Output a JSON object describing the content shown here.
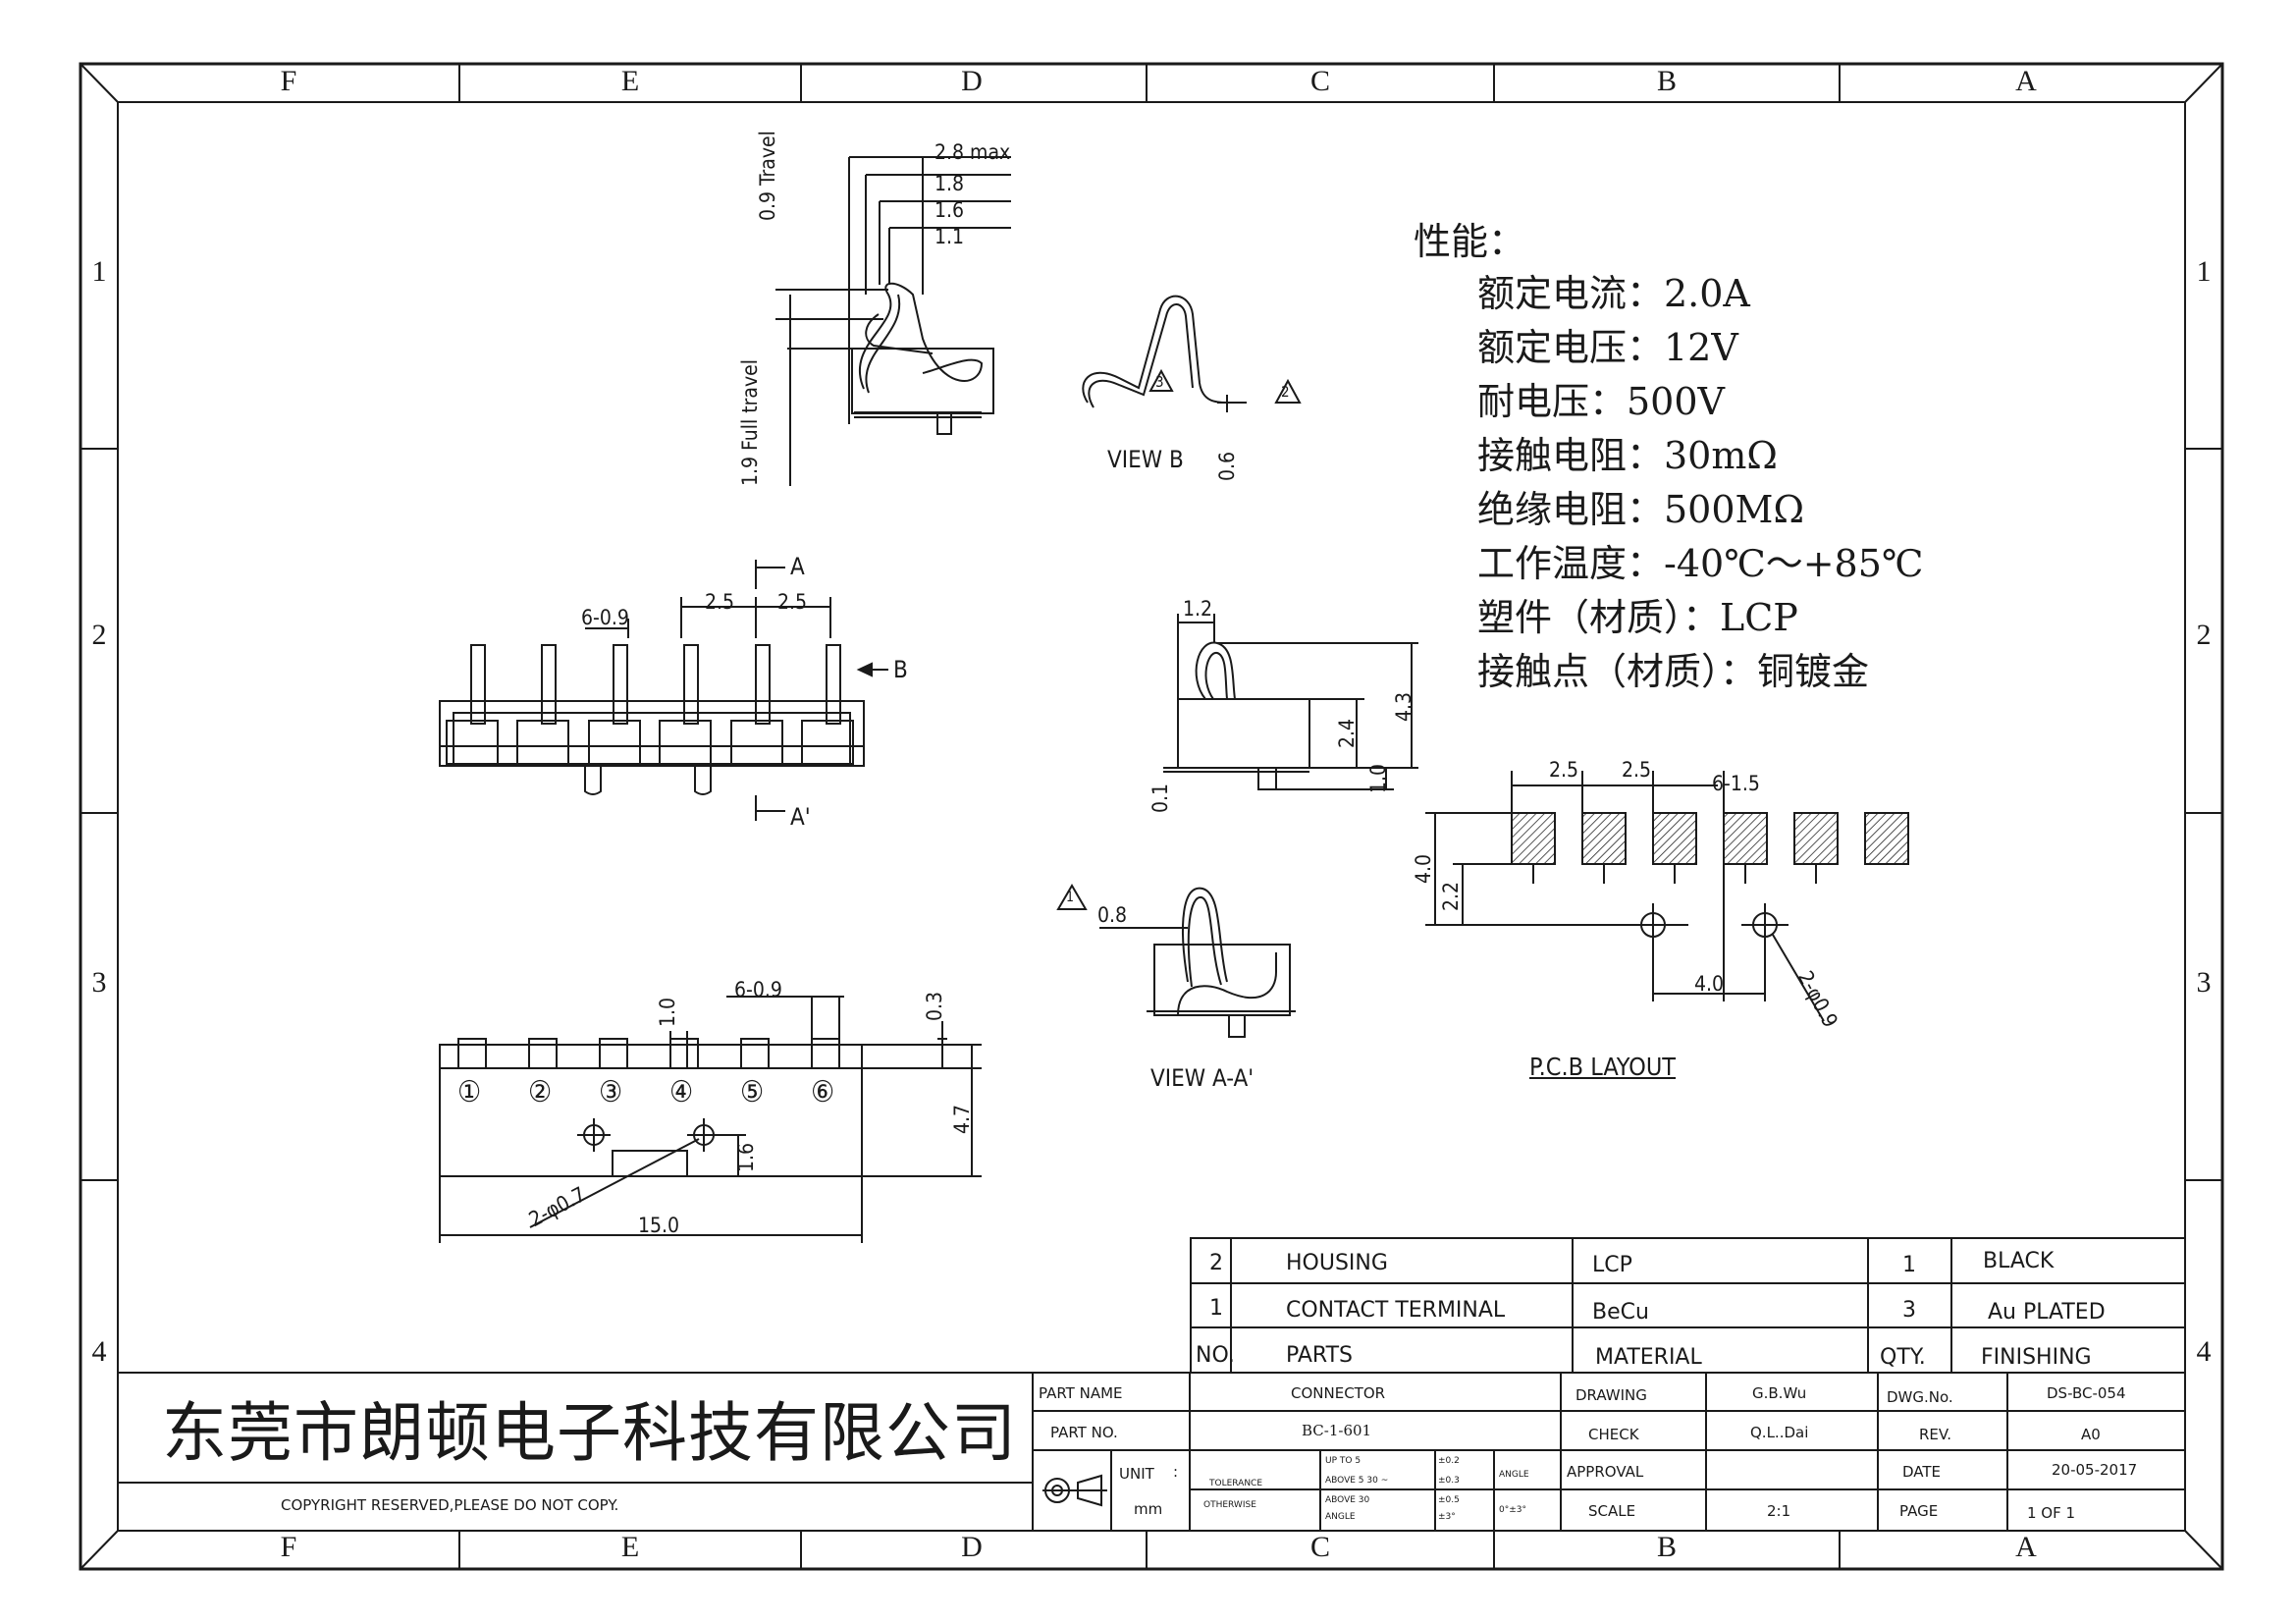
{
  "zones": {
    "columns": [
      "F",
      "E",
      "D",
      "C",
      "B",
      "A"
    ],
    "rows": [
      "1",
      "2",
      "3",
      "4"
    ]
  },
  "view_b": {
    "max_label": "2.8 max",
    "d1": "1.8",
    "d2": "1.6",
    "d3": "1.1",
    "travel": "0.9 Travel",
    "full_travel": "1.9 Full travel",
    "title": "VIEW B",
    "offset": "0.6",
    "marker3": "3",
    "marker2": "2"
  },
  "front_view": {
    "pitch_label": "6-0.9",
    "pitch1": "2.5",
    "pitch2": "2.5",
    "section_a": "A",
    "section_a_prime": "A'",
    "arrow_b": "B"
  },
  "side_view": {
    "top": "1.2",
    "h_total": "4.3",
    "h_body": "2.4",
    "h_peg": "1.0",
    "gap": "0.1"
  },
  "view_aa": {
    "marker1": "1",
    "dim": "0.8",
    "title": "VIEW A-A'"
  },
  "bottom_view": {
    "pads": "6-0.9",
    "pad_h": "1.0",
    "gap": "0.3",
    "height": "4.7",
    "peg": "1.6",
    "holes": "2-φ0.7",
    "width": "15.0",
    "pins": [
      "①",
      "②",
      "③",
      "④",
      "⑤",
      "⑥"
    ]
  },
  "pcb": {
    "pitch1": "2.5",
    "pitch2": "2.5",
    "pads": "6-1.5",
    "height": "4.0",
    "offset": "2.2",
    "hole_pitch": "4.0",
    "holes": "2-φ0.9",
    "title": "P.C.B LAYOUT"
  },
  "specs": {
    "heading": "性能：",
    "items": [
      "额定电流：2.0A",
      "额定电压：12V",
      "耐电压：500V",
      "接触电阻：30mΩ",
      "绝缘电阻：500MΩ",
      "工作温度：-40℃～+85℃",
      "塑件（材质）：LCP",
      "接触点（材质）：铜镀金"
    ]
  },
  "bom": {
    "rows": [
      {
        "no": "2",
        "part": "HOUSING",
        "material": "LCP",
        "qty": "1",
        "finishing": "BLACK"
      },
      {
        "no": "1",
        "part": "CONTACT TERMINAL",
        "material": "BeCu",
        "qty": "3",
        "finishing": "Au PLATED"
      }
    ],
    "header": {
      "no": "NO.",
      "part": "PARTS",
      "material": "MATERIAL",
      "qty": "QTY.",
      "finishing": "FINISHING"
    }
  },
  "title_block": {
    "company": "东莞市朗顿电子科技有限公司",
    "copyright": "COPYRIGHT RESERVED,PLEASE DO NOT COPY.",
    "part_name_label": "PART NAME",
    "part_name": "CONNECTOR",
    "part_no_label": "PART NO.",
    "part_no": "BC-1-601",
    "unit_label": "UNIT",
    "unit_colon": ":",
    "unit": "mm",
    "tolerance_label": "TOLERANCE",
    "otherwise_label": "OTHERWISE",
    "tol_ranges": [
      "UP TO 5",
      "ABOVE 5  30 ~",
      "ABOVE 30",
      "ANGLE"
    ],
    "tol_values": [
      "±0.2",
      "±0.3",
      "±0.5",
      "±3°"
    ],
    "angle_label": "ANGLE",
    "angle_value": "0°±3°",
    "drawing_label": "DRAWING",
    "drawing": "G.B.Wu",
    "check_label": "CHECK",
    "check": "Q.L..Dai",
    "approval_label": "APPROVAL",
    "approval": "",
    "scale_label": "SCALE",
    "scale": "2:1",
    "dwg_no_label": "DWG.No.",
    "dwg_no": "DS-BC-054",
    "rev_label": "REV.",
    "rev": "A0",
    "date_label": "DATE",
    "date": "20-05-2017",
    "page_label": "PAGE",
    "page": "1 OF 1"
  }
}
